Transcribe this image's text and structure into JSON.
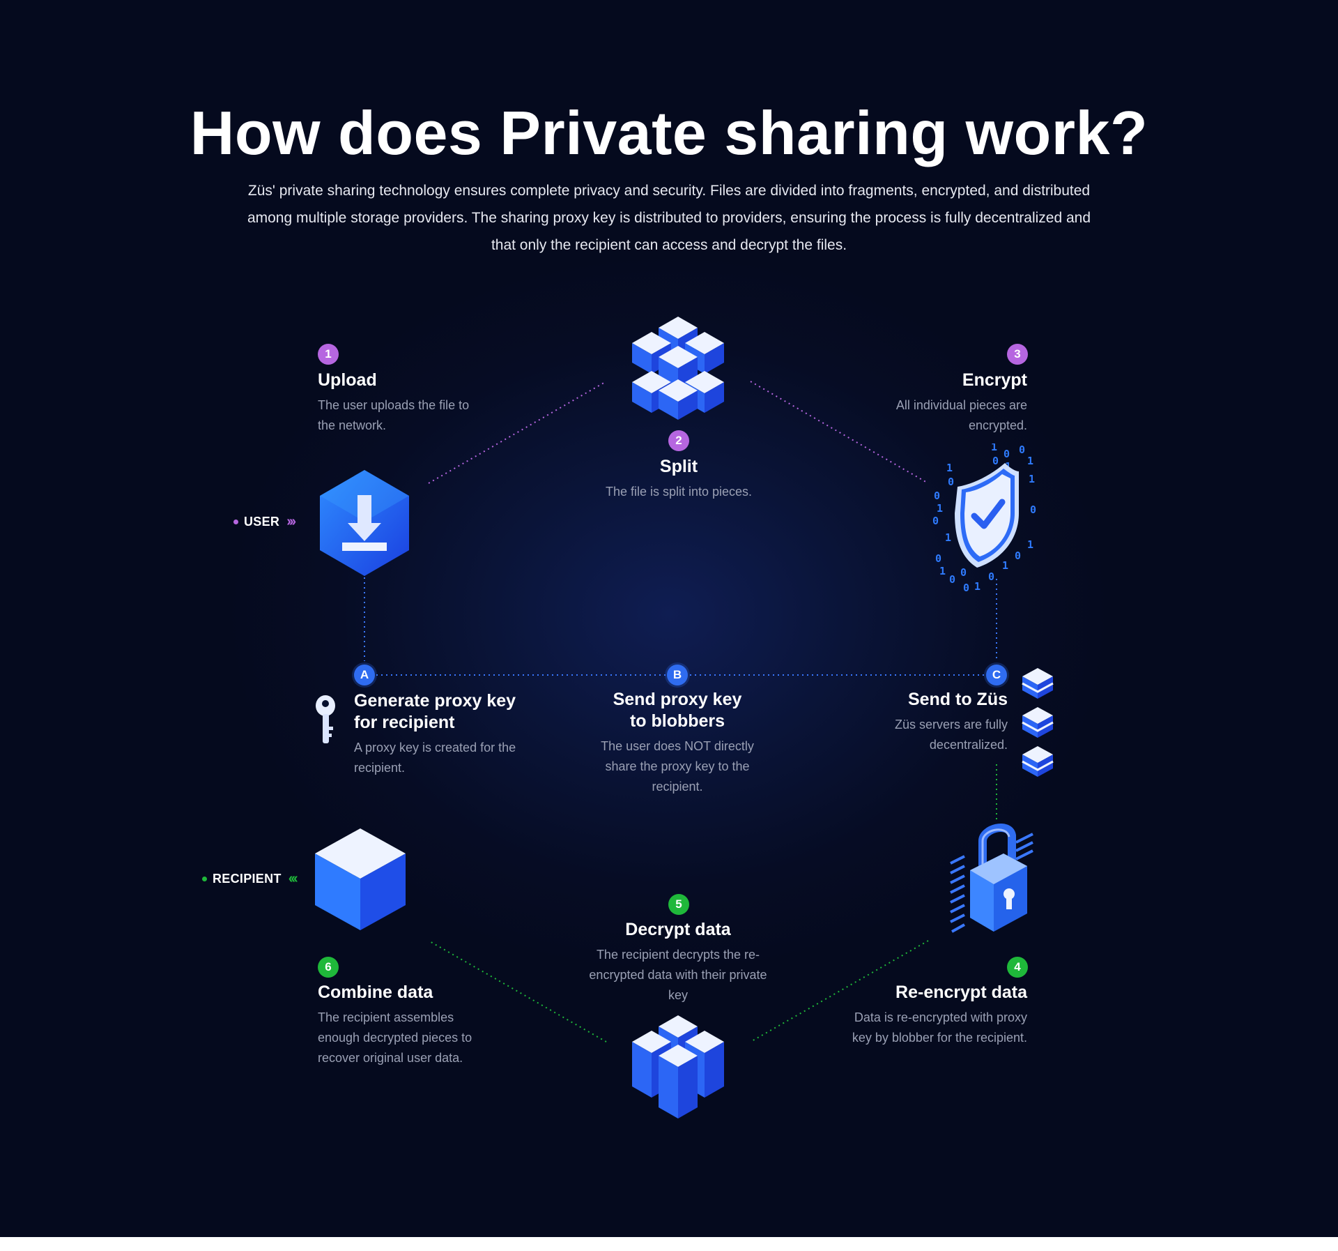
{
  "title": "How does Private sharing work?",
  "subtitle": "Züs' private sharing technology ensures complete privacy and security. Files are divided into fragments, encrypted, and distributed among multiple storage providers. The sharing proxy key is distributed to providers, ensuring the process is fully decentralized and that only the recipient can access and decrypt the files.",
  "tags": {
    "user": {
      "label": "USER",
      "arrows": "›››"
    },
    "recipient": {
      "label": "RECIPIENT",
      "arrows": "‹‹‹"
    }
  },
  "steps": {
    "upload": {
      "num": "1",
      "title": "Upload",
      "desc": "The user uploads the file to the network."
    },
    "split": {
      "num": "2",
      "title": "Split",
      "desc": "The file is split into pieces."
    },
    "encrypt": {
      "num": "3",
      "title": "Encrypt",
      "desc": "All individual pieces are encrypted."
    },
    "reencrypt": {
      "num": "4",
      "title": "Re-encrypt data",
      "desc": "Data is re-encrypted with proxy key by blobber for the recipient."
    },
    "decrypt": {
      "num": "5",
      "title": "Decrypt data",
      "desc": "The recipient decrypts the re-encrypted data with their private key"
    },
    "combine": {
      "num": "6",
      "title": "Combine data",
      "desc": "The recipient assembles enough decrypted pieces to recover original user data."
    },
    "proxy_key": {
      "num": "A",
      "title": "Generate proxy key for recipient",
      "desc": "A proxy key is created for the recipient."
    },
    "send_key": {
      "num": "B",
      "title": "Send proxy key to blobbers",
      "desc": "The user does NOT directly share the proxy key to the recipient."
    },
    "send_zus": {
      "num": "C",
      "title": "Send to Züs",
      "desc": "Züs servers are fully decentralized."
    }
  },
  "icons": [
    "download-hexagon-icon",
    "cube-cluster-icon",
    "shield-check-icon",
    "key-icon",
    "server-stack-icon",
    "padlock-icon",
    "cube-icon",
    "cube-cluster-stack-icon"
  ],
  "colors": {
    "purple": "#b666e0",
    "green": "#1fb83a",
    "blue": "#2f6cf0",
    "background": "#060c24"
  }
}
